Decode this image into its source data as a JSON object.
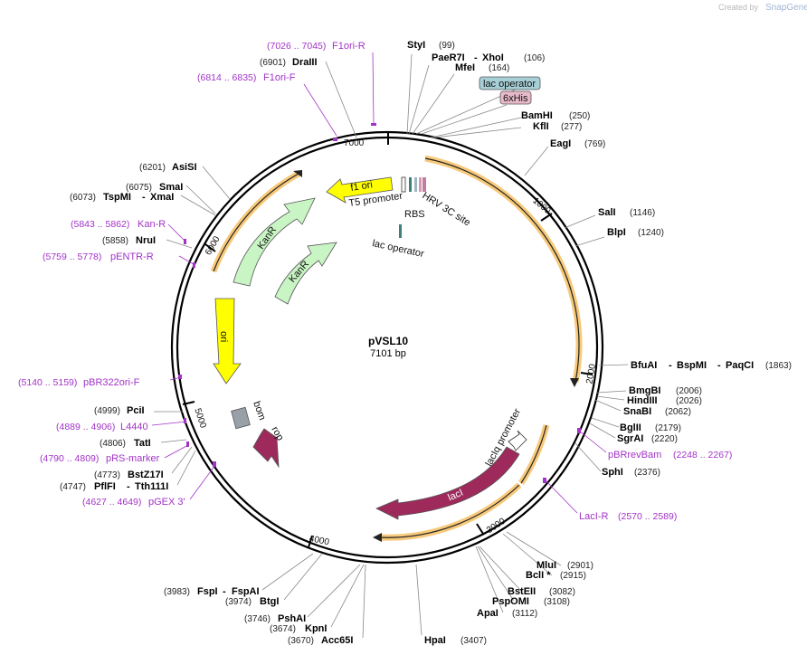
{
  "plasmid": {
    "name": "pVSL10",
    "length_label": "7101 bp",
    "length": 7101
  },
  "watermark": {
    "created_by": "Created by",
    "brand": "SnapGene"
  },
  "colors": {
    "ring": "#000000",
    "orf_orange": "#f0a830",
    "primer": "#a233c7",
    "yellow": "#ffff00",
    "green": "#c9f5c4",
    "maroon": "#9e2a5c",
    "gray": "#9aa0a8"
  },
  "ticks": [
    "1000",
    "2000",
    "3000",
    "4000",
    "5000",
    "6000",
    "7000"
  ],
  "sites_top": [
    {
      "name": "StyI",
      "pos": "(99)"
    },
    {
      "name": "PaeR7I",
      "name2": "XhoI",
      "pos": "(106)"
    },
    {
      "name": "MfeI",
      "pos": "(164)"
    },
    {
      "name": "BamHI",
      "pos": "(250)"
    },
    {
      "name": "KflI",
      "pos": "(277)"
    },
    {
      "name": "EagI",
      "pos": "(769)"
    },
    {
      "name": "SalI",
      "pos": "(1146)"
    },
    {
      "name": "BlpI",
      "pos": "(1240)"
    }
  ],
  "boxes": [
    {
      "label": "lac operator"
    },
    {
      "label": "6xHis"
    }
  ],
  "sites_right": [
    {
      "name": "BfuAI",
      "name2": "BspMI",
      "name3": "PaqCI",
      "pos": "(1863)"
    },
    {
      "name": "BmgBI",
      "pos": "(2006)"
    },
    {
      "name": "HindIII",
      "pos": "(2026)"
    },
    {
      "name": "SnaBI",
      "pos": "(2062)"
    },
    {
      "name": "BglII",
      "pos": "(2179)"
    },
    {
      "name": "SgrAI",
      "pos": "(2220)"
    },
    {
      "name": "SphI",
      "pos": "(2376)"
    }
  ],
  "primers_right": [
    {
      "name": "pBRrevBam",
      "range": "(2248 .. 2267)"
    },
    {
      "name": "LacI-R",
      "range": "(2570 .. 2589)"
    }
  ],
  "sites_bottom": [
    {
      "name": "MluI",
      "pos": "(2901)"
    },
    {
      "name": "BclI *",
      "pos": "(2915)"
    },
    {
      "name": "BstEII",
      "pos": "(3082)"
    },
    {
      "name": "PspOMI",
      "pos": "(3108)"
    },
    {
      "name": "ApaI",
      "pos": "(3112)"
    },
    {
      "name": "HpaI",
      "pos": "(3407)"
    },
    {
      "name": "Acc65I",
      "pos": "(3670)"
    },
    {
      "name": "KpnI",
      "pos": "(3674)"
    },
    {
      "name": "PshAI",
      "pos": "(3746)"
    },
    {
      "name": "BtgI",
      "pos": "(3974)"
    },
    {
      "name": "FspI",
      "name2": "FspAI",
      "pos": "(3983)"
    }
  ],
  "sites_left": [
    {
      "name": "PciI",
      "pos": "(4999)"
    },
    {
      "name": "TatI",
      "pos": "(4806)"
    },
    {
      "name": "BstZ17I",
      "pos": "(4773)"
    },
    {
      "name": "PflFI",
      "name2": "Tth111I",
      "pos": "(4747)"
    },
    {
      "name": "NruI",
      "pos": "(5858)"
    },
    {
      "name": "TspMI",
      "name2": "XmaI",
      "pos": "(6073)"
    },
    {
      "name": "SmaI",
      "pos": "(6075)"
    },
    {
      "name": "AsiSI",
      "pos": "(6201)"
    },
    {
      "name": "DraIII",
      "pos": "(6901)"
    }
  ],
  "primers_left": [
    {
      "name": "pBR322ori-F",
      "range": "(5140 .. 5159)"
    },
    {
      "name": "L4440",
      "range": "(4889 .. 4906)"
    },
    {
      "name": "pRS-marker",
      "range": "(4790 .. 4809)"
    },
    {
      "name": "pGEX 3'",
      "range": "(4627 .. 4649)"
    },
    {
      "name": "pENTR-R",
      "range": "(5759 .. 5778)"
    },
    {
      "name": "Kan-R",
      "range": "(5843 .. 5862)"
    },
    {
      "name": "F1ori-F",
      "range": "(6814 .. 6835)"
    },
    {
      "name": "F1ori-R",
      "range": "(7026 .. 7045)"
    }
  ],
  "features": {
    "f1_ori": "f1 ori",
    "t5_promoter": "T5 promoter",
    "rbs": "RBS",
    "hrv": "HRV 3C site",
    "lac_operator": "lac operator",
    "kanr_outer": "KanR",
    "kanr_inner": "KanR",
    "ori": "ori",
    "bom": "bom",
    "rop": "rop",
    "laciq": "lacIq promoter",
    "laci": "lacI"
  }
}
